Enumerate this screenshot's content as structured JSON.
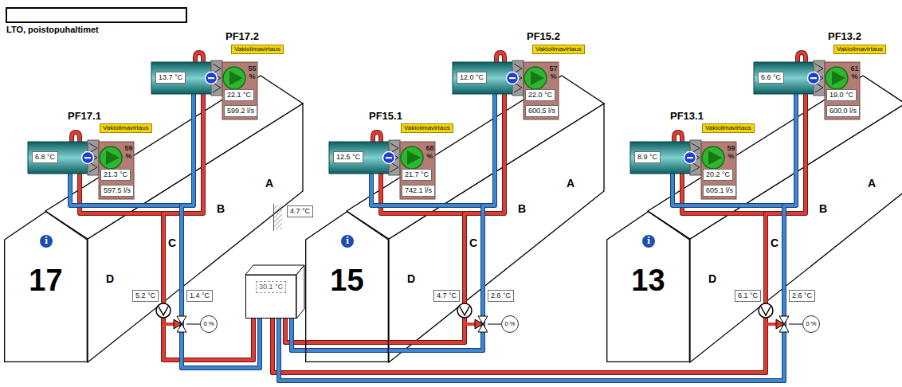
{
  "diagram": {
    "title": "LTO, poistopuhaltimet",
    "nodes": [
      {
        "text": [
          "PF17.2"
        ]
      },
      {
        "text": [
          "Vakioilmavirtaus"
        ],
        "in": 0
      },
      {
        "text": [
          "13.7 °C"
        ],
        "in": 0
      },
      {
        "text": [
          "55 %"
        ],
        "in": 0
      },
      {
        "text": [
          "22.1 °C"
        ],
        "in": 0
      },
      {
        "text": [
          "599.2 l/s"
        ],
        "in": 0
      },
      {
        "text": [
          "PF17.1"
        ]
      },
      {
        "text": [
          "Vakioilmavirtaus"
        ],
        "in": 6
      },
      {
        "text": [
          "6.8 °C"
        ],
        "in": 6
      },
      {
        "text": [
          "59 %"
        ],
        "in": 6
      },
      {
        "text": [
          "21.3 °C"
        ],
        "in": 6
      },
      {
        "text": [
          "597.5 l/s"
        ],
        "in": 6
      },
      {
        "text": [
          "17"
        ]
      },
      {
        "text": [
          "i"
        ],
        "in": 12
      },
      {
        "text": [
          "5.2 °C"
        ]
      },
      {
        "text": [
          "1.4 °C"
        ]
      },
      {
        "text": [
          "0 %"
        ]
      },
      {
        "text": [
          "4.7 °C"
        ]
      },
      {
        "text": [
          "30.1 °C"
        ]
      },
      {
        "text": [
          "PF15.2"
        ]
      },
      {
        "text": [
          "Vakioilmavirtaus"
        ],
        "in": 19
      },
      {
        "text": [
          "12.0 °C"
        ],
        "in": 19
      },
      {
        "text": [
          "57 %"
        ],
        "in": 19
      },
      {
        "text": [
          "22.0 °C"
        ],
        "in": 19
      },
      {
        "text": [
          "600.5 l/s"
        ],
        "in": 19
      },
      {
        "text": [
          "PF15.1"
        ]
      },
      {
        "text": [
          "Vakioilmavirtaus"
        ],
        "in": 25
      },
      {
        "text": [
          "12.5 °C"
        ],
        "in": 25
      },
      {
        "text": [
          "68 %"
        ],
        "in": 25
      },
      {
        "text": [
          "21.7 °C"
        ],
        "in": 25
      },
      {
        "text": [
          "742.1 l/s"
        ],
        "in": 25
      },
      {
        "text": [
          "15"
        ]
      },
      {
        "text": [
          "i"
        ],
        "in": 31
      },
      {
        "text": [
          "4.7 °C"
        ]
      },
      {
        "text": [
          "2.6 °C"
        ]
      },
      {
        "text": [
          "0 %"
        ]
      },
      {
        "text": [
          "PF13.2"
        ]
      },
      {
        "text": [
          "Vakioilmavirtaus"
        ],
        "in": 36
      },
      {
        "text": [
          "6.6 °C"
        ],
        "in": 36
      },
      {
        "text": [
          "61 %"
        ],
        "in": 36
      },
      {
        "text": [
          "19.0 °C"
        ],
        "in": 36
      },
      {
        "text": [
          "600.0 l/s"
        ],
        "in": 36
      },
      {
        "text": [
          "PF13.1"
        ]
      },
      {
        "text": [
          "Vakioilmavirtaus"
        ],
        "in": 42
      },
      {
        "text": [
          "8.9 °C"
        ],
        "in": 42
      },
      {
        "text": [
          "59 %"
        ],
        "in": 42
      },
      {
        "text": [
          "20.2 °C"
        ],
        "in": 42
      },
      {
        "text": [
          "605.1 l/s"
        ],
        "in": 42
      },
      {
        "text": [
          "13"
        ]
      },
      {
        "text": [
          "i"
        ],
        "in": 48
      },
      {
        "text": [
          "6.1 °C"
        ]
      },
      {
        "text": [
          "2.6 °C"
        ]
      },
      {
        "text": [
          "0 %"
        ]
      }
    ],
    "edges": [
      {
        "from": 18,
        "to": 6,
        "arrow": "none"
      },
      {
        "from": 18,
        "to": 0,
        "arrow": "none"
      },
      {
        "from": 6,
        "to": 18,
        "arrow": "none"
      },
      {
        "from": 0,
        "to": 18,
        "arrow": "none"
      },
      {
        "from": 18,
        "to": 25,
        "arrow": "none"
      },
      {
        "from": 18,
        "to": 19,
        "arrow": "none"
      },
      {
        "from": 25,
        "to": 18,
        "arrow": "none"
      },
      {
        "from": 19,
        "to": 18,
        "arrow": "none"
      },
      {
        "from": 18,
        "to": 42,
        "arrow": "none"
      },
      {
        "from": 18,
        "to": 36,
        "arrow": "none"
      },
      {
        "from": 42,
        "to": 18,
        "arrow": "none"
      },
      {
        "from": 36,
        "to": 18,
        "arrow": "none"
      }
    ],
    "labels": [
      "A",
      "B",
      "C",
      "D",
      "A",
      "B",
      "C",
      "D",
      "A",
      "B",
      "C",
      "D"
    ]
  }
}
